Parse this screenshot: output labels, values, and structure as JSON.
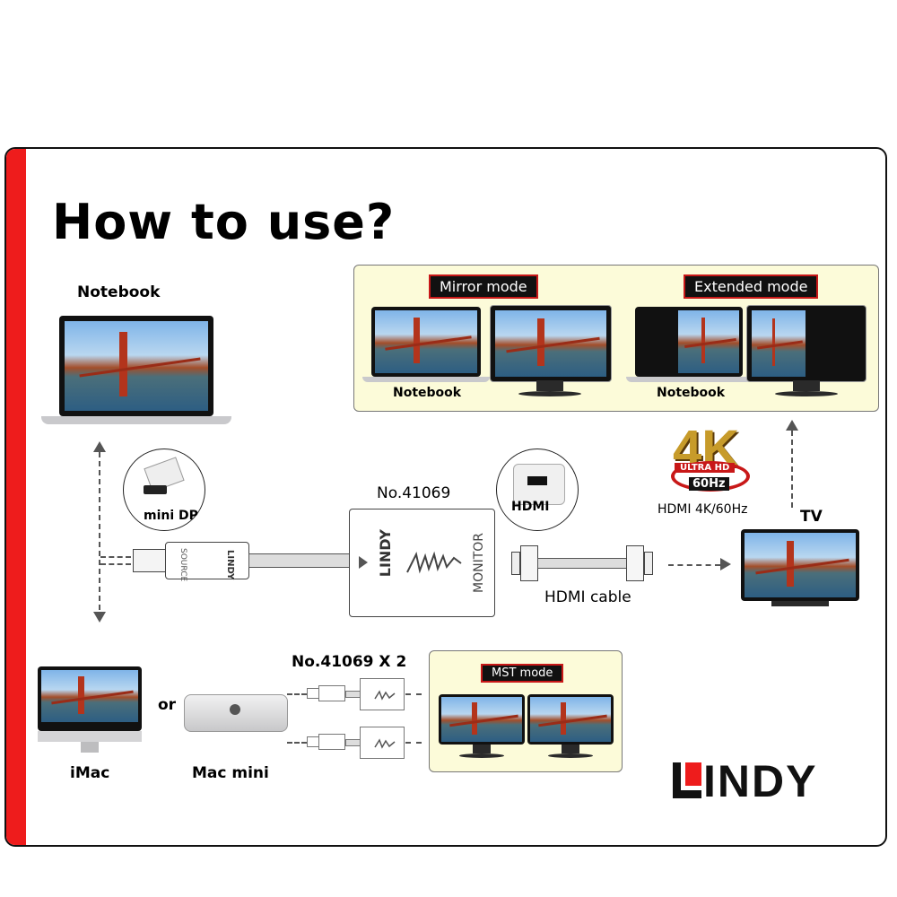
{
  "title": "How to use?",
  "devices": {
    "notebook_label": "Notebook",
    "imac_label": "iMac",
    "or_label": "or",
    "macmini_label": "Mac mini",
    "tv_label": "TV"
  },
  "connectors": {
    "minidp_label": "mini DP",
    "hdmi_label": "HDMI",
    "hdmi_cable_label": "HDMI cable",
    "hdmi_spec_label": "HDMI 4K/60Hz",
    "plug_text": "SOURCE",
    "adapter_port_text": "MONITOR"
  },
  "product": {
    "model": "No.41069",
    "model_x2": "No.41069 X 2"
  },
  "modes": {
    "mirror": "Mirror mode",
    "extended": "Extended mode",
    "mst": "MST mode",
    "mirror_notebook": "Notebook",
    "extended_notebook": "Notebook"
  },
  "badge_4k": {
    "big": "4K",
    "ultra": "ULTRA HD",
    "rate": "60Hz"
  },
  "brand": {
    "logo_rest": "INDY",
    "logo_full": "LINDY"
  },
  "colors": {
    "accent_red": "#ee1c1c",
    "panel_yellow": "#fcfbd9"
  }
}
